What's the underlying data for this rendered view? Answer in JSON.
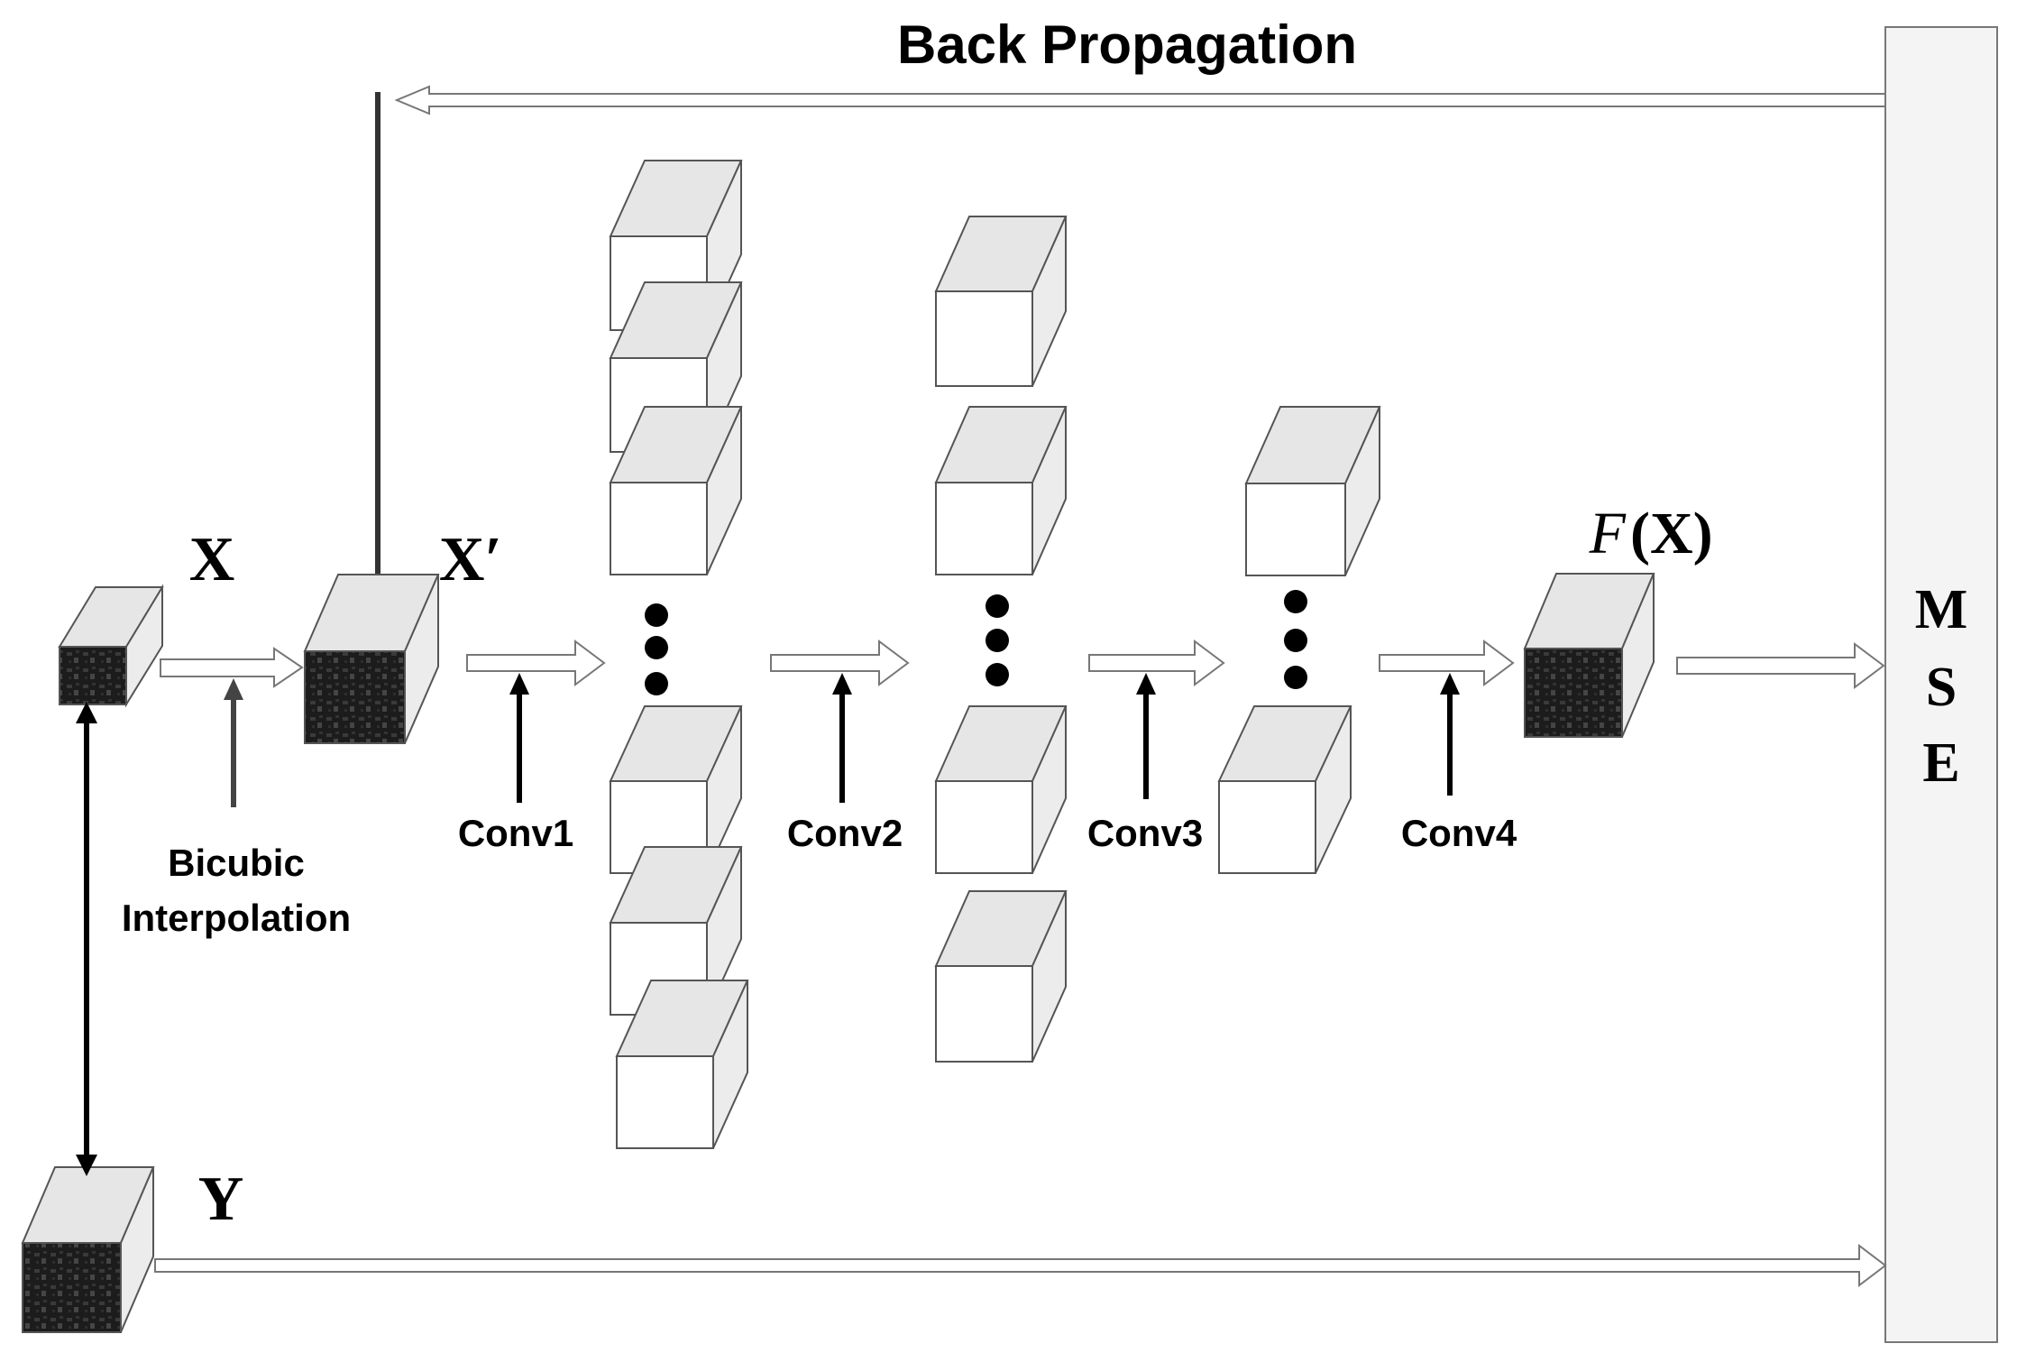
{
  "title": "Back Propagation",
  "labels": {
    "x": "X",
    "x_prime": "X′",
    "y": "Y",
    "f_func": "F",
    "f_arg": "(X)",
    "mse_m": "M",
    "mse_s": "S",
    "mse_e": "E",
    "bicubic_line1": "Bicubic",
    "bicubic_line2": "Interpolation",
    "conv1": "Conv1",
    "conv2": "Conv2",
    "conv3": "Conv3",
    "conv4": "Conv4"
  },
  "colors": {
    "cube_front": "#ffffff",
    "cube_top": "#e6e6e6",
    "cube_side": "#ececec",
    "image_dark": "#1c1c1c",
    "stroke": "#555555",
    "mse_bar": "#f4f4f4"
  }
}
